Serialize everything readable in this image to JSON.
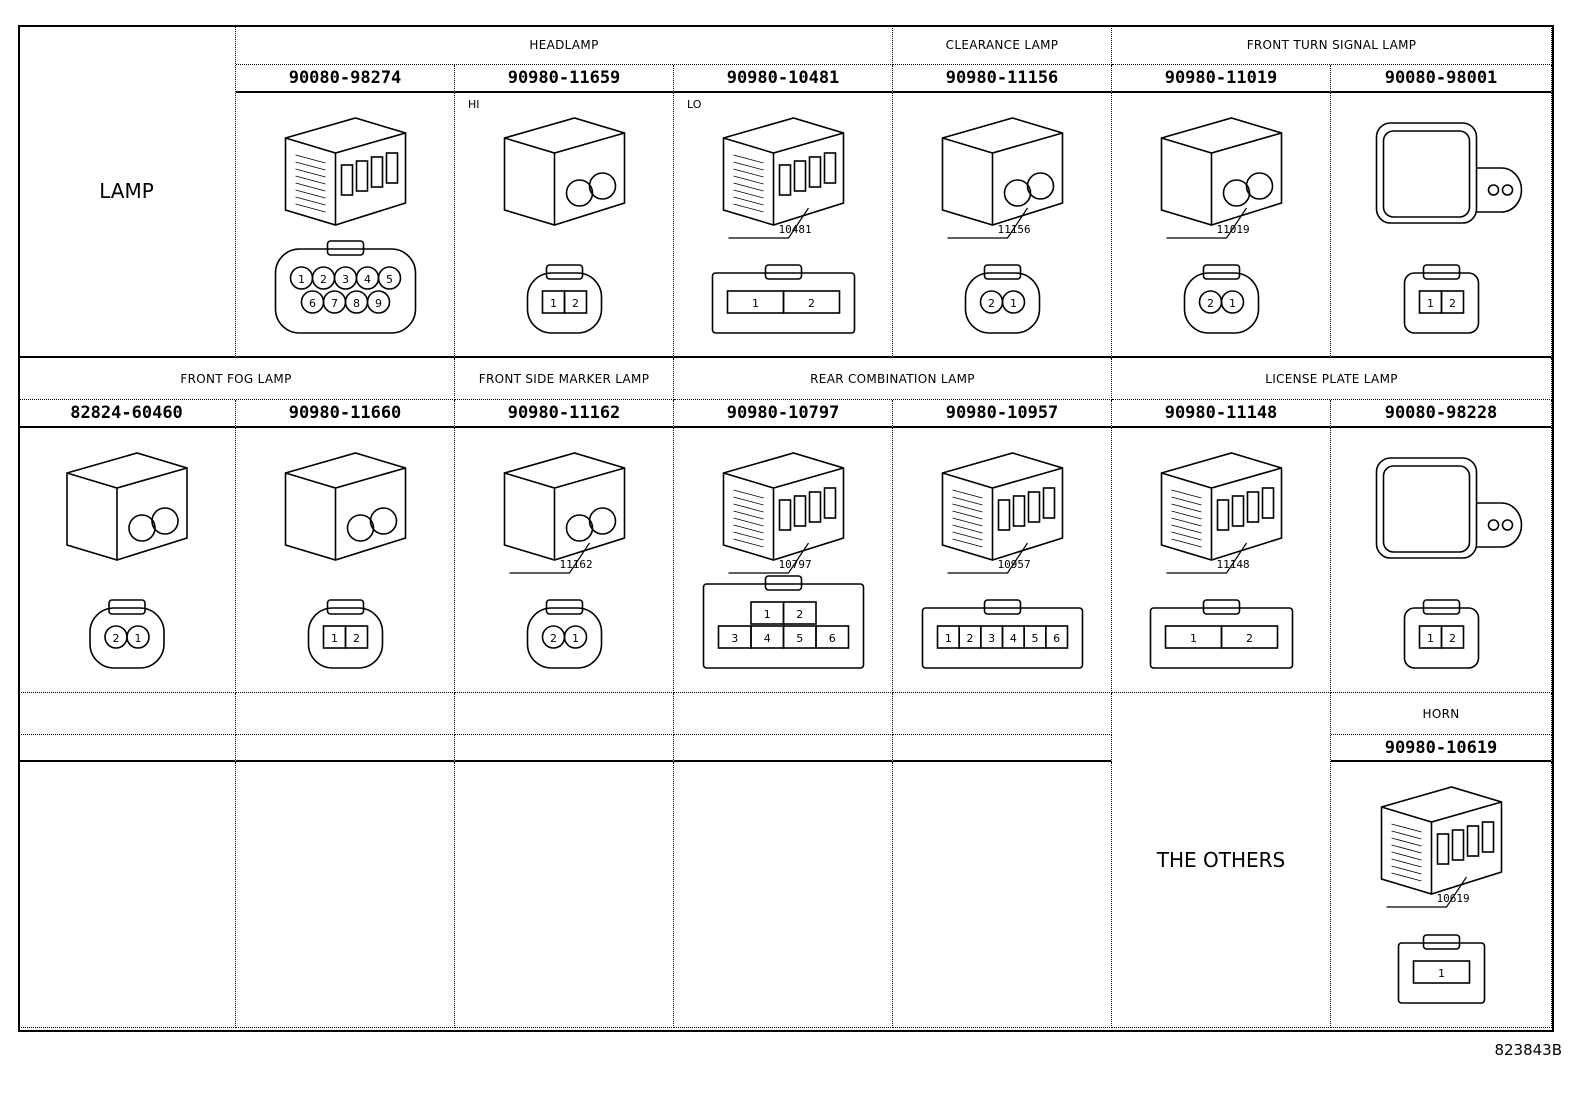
{
  "sections": {
    "lamp_label": "LAMP",
    "others_label": "THE OTHERS",
    "groups_row1": [
      "HEADLAMP",
      "CLEARANCE LAMP",
      "FRONT TURN SIGNAL LAMP"
    ],
    "groups_row2": [
      "FRONT FOG LAMP",
      "FRONT SIDE MARKER LAMP",
      "REAR COMBINATION LAMP",
      "LICENSE PLATE LAMP"
    ],
    "groups_row3": [
      "HORN"
    ]
  },
  "connectors": [
    {
      "part_no": "90080-98274",
      "tag": "",
      "callout": "",
      "pins": [
        [
          "1",
          "2",
          "3",
          "4",
          "5"
        ],
        [
          "6",
          "7",
          "8",
          "9"
        ]
      ],
      "style": "round-multi"
    },
    {
      "part_no": "90980-11659",
      "tag": "HI",
      "callout": "",
      "pins": [
        [
          "1",
          "2"
        ]
      ],
      "style": "oval"
    },
    {
      "part_no": "90980-10481",
      "tag": "LO",
      "callout": "10481",
      "pins": [
        [
          "1",
          "2"
        ]
      ],
      "style": "rect"
    },
    {
      "part_no": "90980-11156",
      "tag": "",
      "callout": "11156",
      "pins": [
        [
          "2",
          "1"
        ]
      ],
      "style": "round"
    },
    {
      "part_no": "90980-11019",
      "tag": "",
      "callout": "11019",
      "pins": [
        [
          "2",
          "1"
        ]
      ],
      "style": "round"
    },
    {
      "part_no": "90080-98001",
      "tag": "",
      "callout": "",
      "pins": [
        [
          "1",
          "2"
        ]
      ],
      "style": "square"
    },
    {
      "part_no": "82824-60460",
      "tag": "",
      "callout": "",
      "pins": [
        [
          "2",
          "1"
        ]
      ],
      "style": "round"
    },
    {
      "part_no": "90980-11660",
      "tag": "",
      "callout": "",
      "pins": [
        [
          "1",
          "2"
        ]
      ],
      "style": "oval"
    },
    {
      "part_no": "90980-11162",
      "tag": "",
      "callout": "11162",
      "pins": [
        [
          "2",
          "1"
        ]
      ],
      "style": "round"
    },
    {
      "part_no": "90980-10797",
      "tag": "",
      "callout": "10797",
      "pins": [
        [
          "1",
          "2"
        ],
        [
          "3",
          "4",
          "5",
          "6"
        ]
      ],
      "style": "rect"
    },
    {
      "part_no": "90980-10957",
      "tag": "",
      "callout": "10957",
      "pins": [
        [
          "1",
          "2",
          "3",
          "4",
          "5",
          "6"
        ]
      ],
      "style": "rect"
    },
    {
      "part_no": "90980-11148",
      "tag": "",
      "callout": "11148",
      "pins": [
        [
          "1",
          "2"
        ]
      ],
      "style": "rect"
    },
    {
      "part_no": "90080-98228",
      "tag": "",
      "callout": "",
      "pins": [
        [
          "1",
          "2"
        ]
      ],
      "style": "square"
    },
    {
      "part_no": "90980-10619",
      "tag": "",
      "callout": "10619",
      "pins": [
        [
          "1"
        ]
      ],
      "style": "rect"
    }
  ],
  "figure_id": "823843B"
}
